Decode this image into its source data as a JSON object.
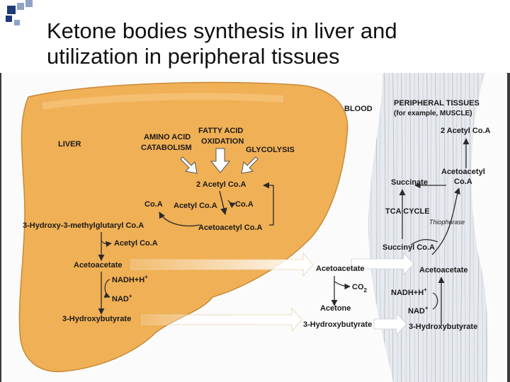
{
  "title": {
    "line1": "Ketone bodies synthesis in liver and",
    "line2": "utilization in peripheral tissues"
  },
  "colors": {
    "liver": "#f0b056",
    "liver_edge": "#c98a38",
    "muscle": "#e6e9ee",
    "frame": "#3b3b3b",
    "deco_dark": "#1f3a78",
    "deco_light": "#8fa3c9"
  },
  "labels": {
    "liver": "LIVER",
    "blood": "BLOOD",
    "peripheral_1": "PERIPHERAL TISSUES",
    "peripheral_2": "(for example, MUSCLE)",
    "amino_acid_1": "AMINO ACID",
    "amino_acid_2": "CATABOLISM",
    "fatty_acid_1": "FATTY ACID",
    "fatty_acid_2": "OXIDATION",
    "glycolysis": "GLYCOLYSIS",
    "acetyl_coa_2": "2 Acetyl Co.A",
    "coa_left": "Co.A",
    "acetyl_coa_mid": "Acetyl Co.A",
    "coa_right": "Co.A",
    "hmg_coa": "3-Hydroxy-3-methylglutaryl Co.A",
    "acetoacetyl_coa_liver": "Acetoacetyl Co.A",
    "acetyl_coa_low": "Acetyl Co.A",
    "acetoacetate_liver": "Acetoacetate",
    "nadh_liver": "NADH+H",
    "nad_liver": "NAD",
    "hydroxybutyrate_liver": "3-Hydroxybutyrate",
    "acetoacetate_blood": "Acetoacetate",
    "co2": "CO",
    "co2_sub": "2",
    "acetone": "Acetone",
    "hydroxybutyrate_blood": "3-Hydroxybutyrate",
    "acetyl_coa_muscle": "2 Acetyl Co.A",
    "acetoacetyl_muscle_1": "Acetoacetyl",
    "acetoacetyl_muscle_2": "Co.A",
    "succinate": "Succinate",
    "tca_cycle": "TCA CYCLE",
    "thiophorase": "Thiophorase",
    "succinyl_coa": "Succinyl Co.A",
    "acetoacetate_muscle": "Acetoacetate",
    "nadh_muscle": "NADH+H",
    "nad_muscle": "NAD",
    "hydroxybutyrate_muscle": "3-Hydroxybutyrate",
    "plus": "+"
  }
}
